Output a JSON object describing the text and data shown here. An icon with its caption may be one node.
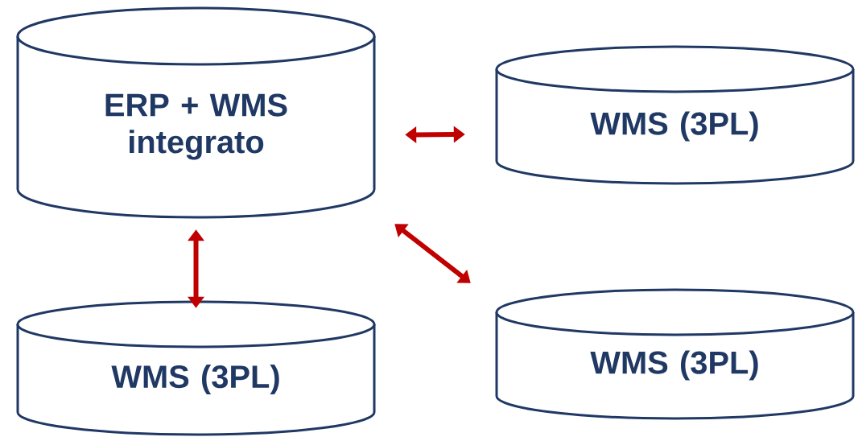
{
  "diagram": {
    "nodes": [
      {
        "text": [
          "ERP + WMS integrato"
        ]
      },
      {
        "text": [
          "WMS (3PL)"
        ]
      },
      {
        "text": [
          "WMS (3PL)"
        ]
      },
      {
        "text": [
          "WMS (3PL)"
        ]
      }
    ],
    "edges": [
      {
        "from": 0,
        "to": 1,
        "arrow": "both"
      },
      {
        "from": 0,
        "to": 2,
        "arrow": "both"
      },
      {
        "from": 0,
        "to": 3,
        "arrow": "both"
      }
    ]
  }
}
